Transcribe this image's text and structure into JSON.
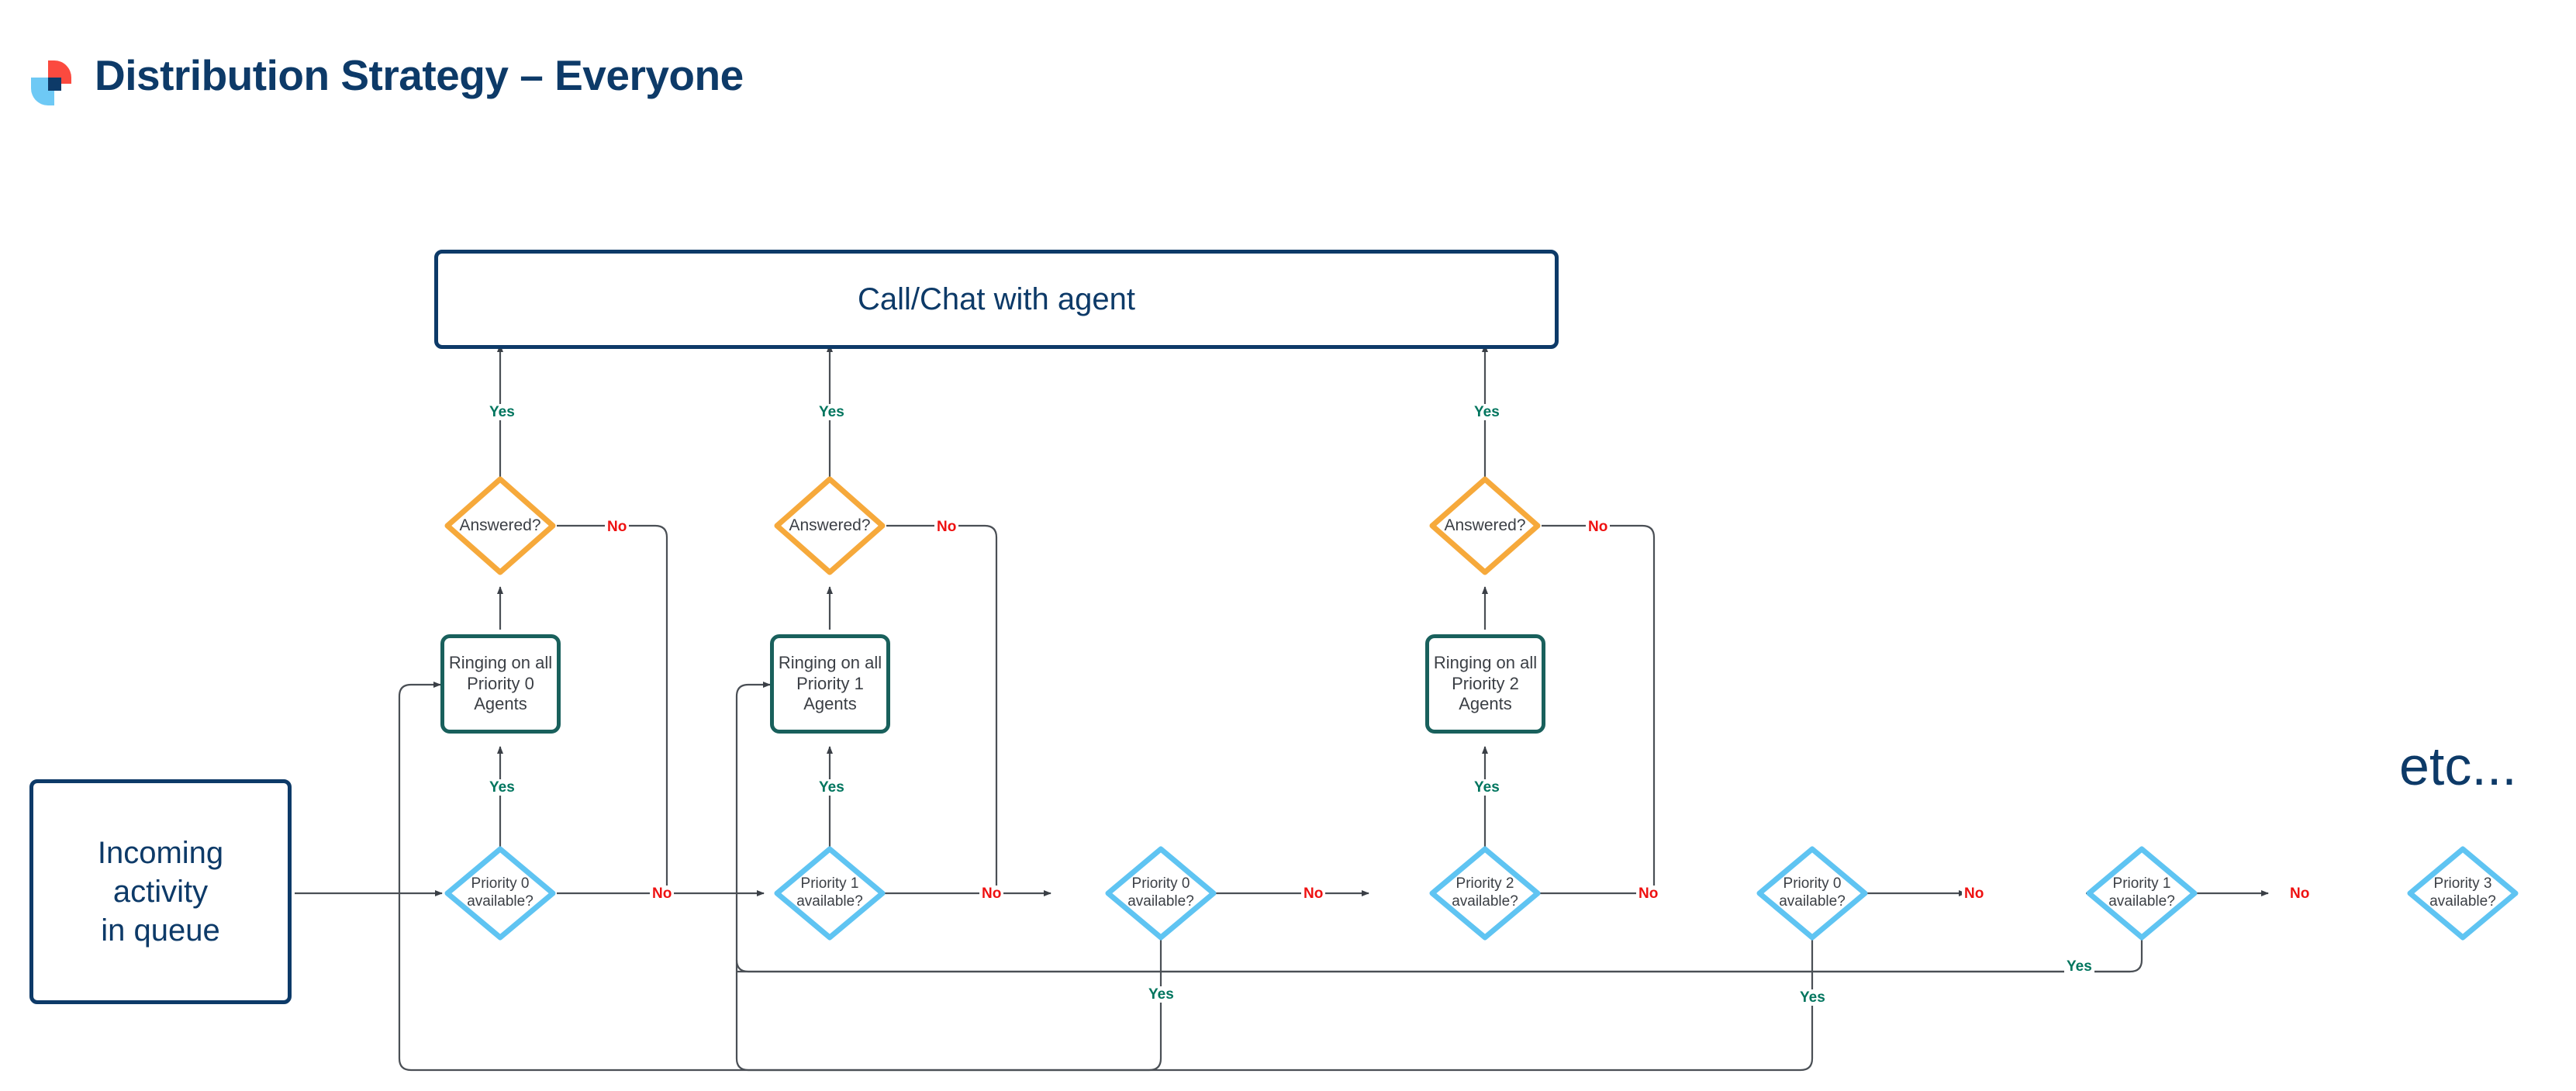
{
  "header": {
    "title": "Distribution Strategy – Everyone",
    "logo_name": "brand-logo",
    "logo_colors": {
      "red": "#FB4A3F",
      "light_blue": "#6EC9F5",
      "navy": "#0D3A68"
    }
  },
  "colors": {
    "title_navy": "#0D3A68",
    "process_border_navy": "#0D3A68",
    "ringing_border_teal": "#19605C",
    "answered_border_orange": "#F6A93B",
    "decision_border_blue": "#5FC4F2",
    "wire": "#4A4F55",
    "yes_label": "#00755E",
    "no_label": "#EE1111",
    "node_text": "#3B3F45",
    "background": "#FFFFFF"
  },
  "nodes": {
    "start": {
      "label": "Incoming\nactivity\nin queue",
      "lines": [
        "Incoming",
        "activity",
        "in queue"
      ]
    },
    "terminal": {
      "label": "Call/Chat with agent"
    },
    "ringing": [
      {
        "lines": [
          "Ringing on all",
          "Priority 0",
          "Agents"
        ]
      },
      {
        "lines": [
          "Ringing on all",
          "Priority 1",
          "Agents"
        ]
      },
      {
        "lines": [
          "Ringing on all",
          "Priority 2",
          "Agents"
        ]
      }
    ],
    "answered": [
      {
        "label": "Answered?"
      },
      {
        "label": "Answered?"
      },
      {
        "label": "Answered?"
      }
    ],
    "decisions": [
      {
        "lines": [
          "Priority 0",
          "available?"
        ]
      },
      {
        "lines": [
          "Priority 1",
          "available?"
        ]
      },
      {
        "lines": [
          "Priority 0",
          "available?"
        ]
      },
      {
        "lines": [
          "Priority 2",
          "available?"
        ]
      },
      {
        "lines": [
          "Priority 0",
          "available?"
        ]
      },
      {
        "lines": [
          "Priority 1",
          "available?"
        ]
      },
      {
        "lines": [
          "Priority 3",
          "available?"
        ]
      }
    ]
  },
  "edge_labels": {
    "yes": "Yes",
    "no": "No",
    "answered_yes": [
      "Yes",
      "Yes",
      "Yes"
    ],
    "answered_no": [
      "No",
      "No",
      "No"
    ],
    "decision_yes_up": [
      "Yes",
      "Yes",
      "Yes"
    ],
    "decision_yes_down": [
      "Yes",
      "Yes",
      "Yes"
    ],
    "decision_no": [
      "No",
      "No",
      "No",
      "No",
      "No",
      "No"
    ]
  },
  "annotations": {
    "etc": "etc..."
  }
}
